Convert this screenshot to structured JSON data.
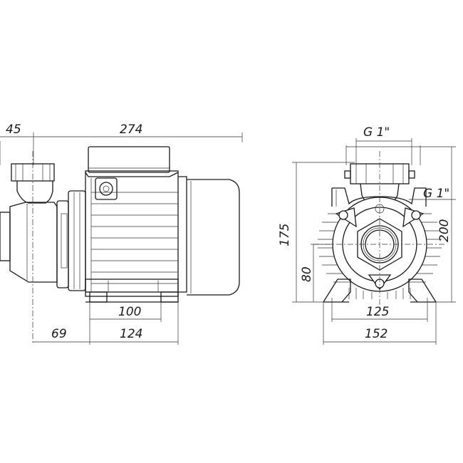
{
  "side_view": {
    "dims": {
      "overall_length": "274",
      "pump_head_length": "45",
      "foot_length": "100",
      "foot_span": "124",
      "inlet_offset": "69"
    }
  },
  "front_view": {
    "dims": {
      "outlet_thread": "G 1\"",
      "inlet_thread": "G 1\"",
      "height_to_body": "175",
      "total_height": "200",
      "shaft_height": "80",
      "foot_holes": "125",
      "foot_width": "152"
    }
  },
  "colors": {
    "line": "#1a1a1a",
    "background": "#ffffff"
  }
}
